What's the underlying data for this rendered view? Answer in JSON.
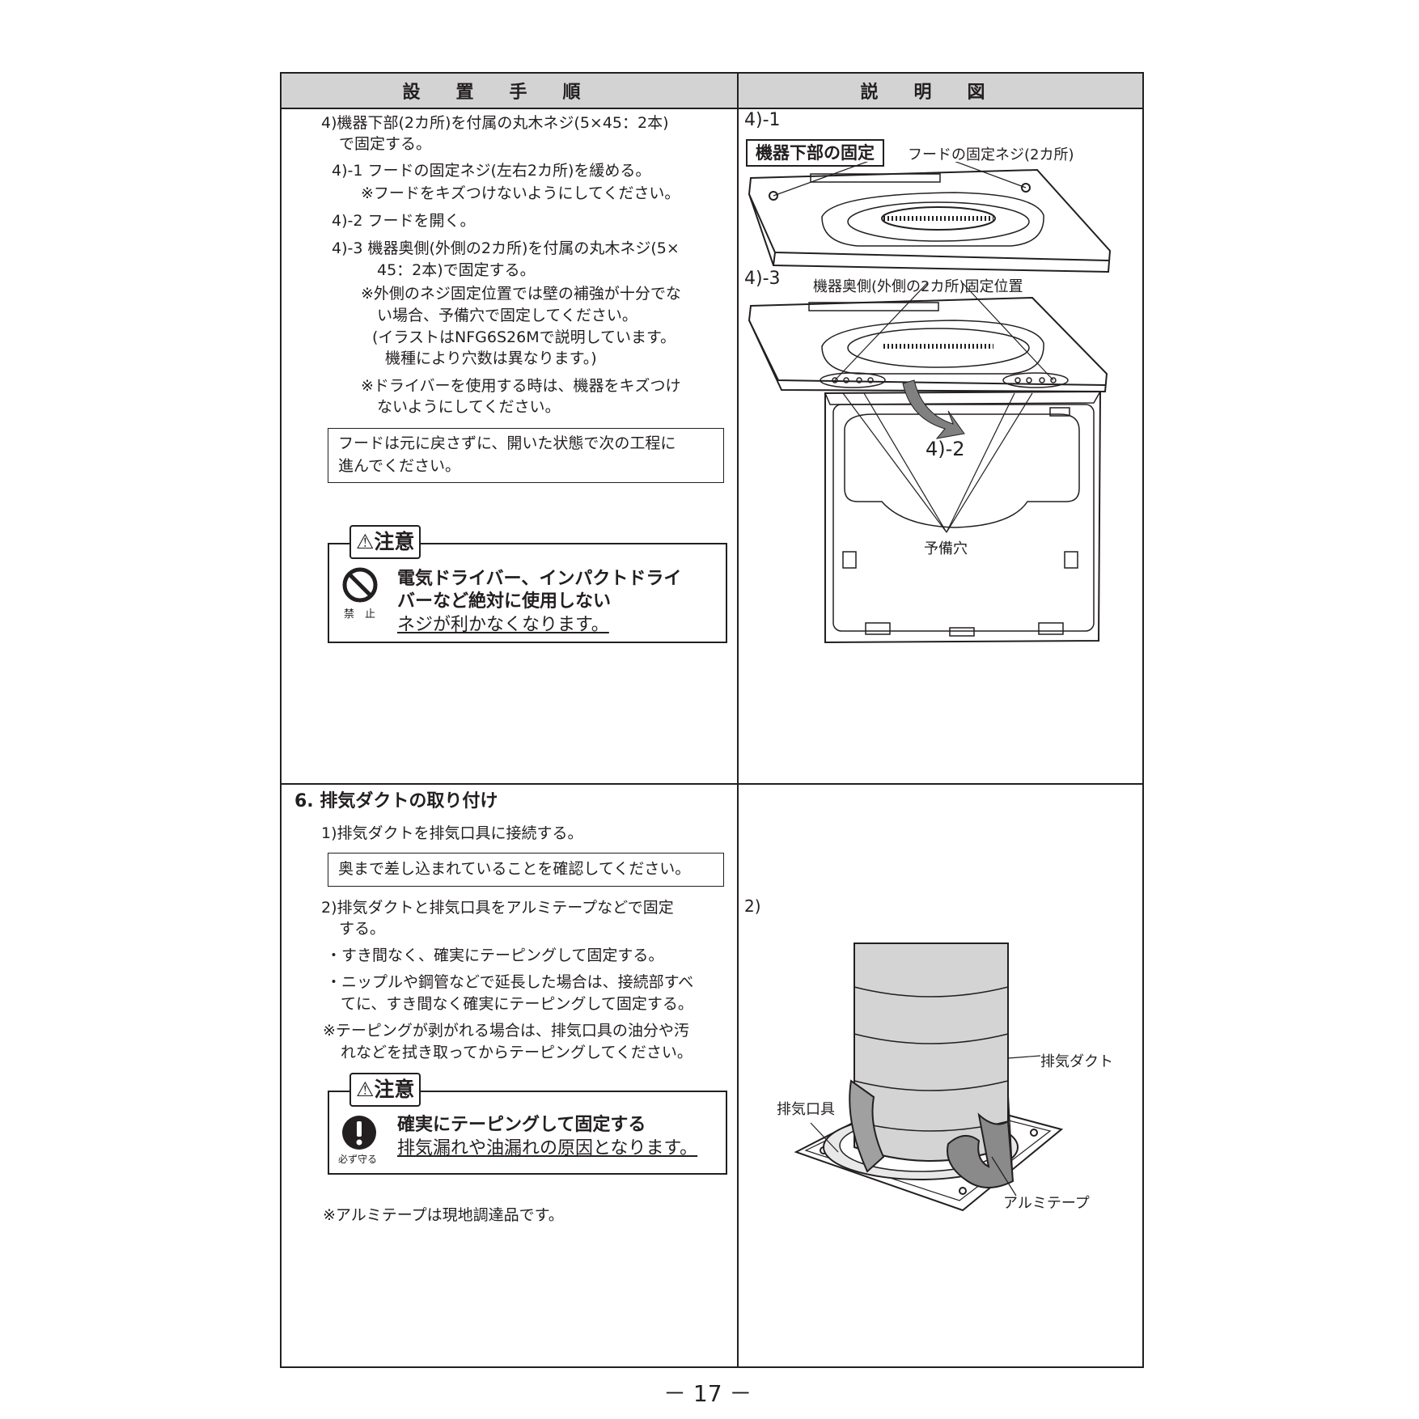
{
  "header": {
    "left": "設置手順",
    "right": "説明図"
  },
  "step4": {
    "title_line1": "4)機器下部(2カ所)を付属の丸木ネジ(5×45：2本)",
    "title_line2": "で固定する。",
    "s1": "4)-1 フードの固定ネジ(左右2カ所)を緩める。",
    "s1_note": "※フードをキズつけないようにしてください。",
    "s2": "4)-2 フードを開く。",
    "s3_line1": "4)-3 機器奥側(外側の2カ所)を付属の丸木ネジ(5×",
    "s3_line2": "45：2本)で固定する。",
    "s3_note1": "※外側のネジ固定位置では壁の補強が十分でな",
    "s3_note2": "い場合、予備穴で固定してください。",
    "s3_note3": "(イラストはNFG6S26Mで説明しています。",
    "s3_note4": "機種により穴数は異なります。)",
    "s3_note5": "※ドライバーを使用する時は、機器をキズつけ",
    "s3_note6": "ないようにしてください。",
    "box_line1": "フードは元に戻さずに、開いた状態で次の工程に",
    "box_line2": "進んでください。",
    "caution_title": "⚠注意",
    "caution_icon": "prohibited-icon",
    "caution_icon_label": "禁　止",
    "caution_head1": "電気ドライバー、インパクトドライ",
    "caution_head2": "バーなど絶対に使用しない",
    "caution_sub": "ネジが利かなくなります。"
  },
  "fig4": {
    "label_41": "4)-1",
    "fix_title": "機器下部の固定",
    "hood_screw": "フードの固定ネジ(2カ所)",
    "label_43": "4)-3",
    "back_fix": "機器奥側(外側の2カ所)固定位置",
    "label_42": "4)-2",
    "spare_hole": "予備穴"
  },
  "step6": {
    "title": "6. 排気ダクトの取り付け",
    "s1": "1)排気ダクトを排気口具に接続する。",
    "box": "奥まで差し込まれていることを確認してください。",
    "s2_line1": "2)排気ダクトと排気口具をアルミテープなどで固定",
    "s2_line2": "する。",
    "b1": "・すき間なく、確実にテーピングして固定する。",
    "b2_line1": "・ニップルや鋼管などで延長した場合は、接続部すべ",
    "b2_line2": "てに、すき間なく確実にテーピングして固定する。",
    "n1_line1": "※テーピングが剥がれる場合は、排気口具の油分や汚",
    "n1_line2": "れなどを拭き取ってからテーピングしてください。",
    "caution_title": "⚠注意",
    "caution_icon": "exclamation-icon",
    "caution_icon_label": "必ず守る",
    "caution_head": "確実にテーピングして固定する",
    "caution_sub": "排気漏れや油漏れの原因となります。",
    "note": "※アルミテープは現地調達品です。"
  },
  "fig6": {
    "label_2": "2)",
    "duct": "排気ダクト",
    "outlet": "排気口具",
    "tape": "アルミテープ"
  },
  "page_number": "－ 17 －"
}
